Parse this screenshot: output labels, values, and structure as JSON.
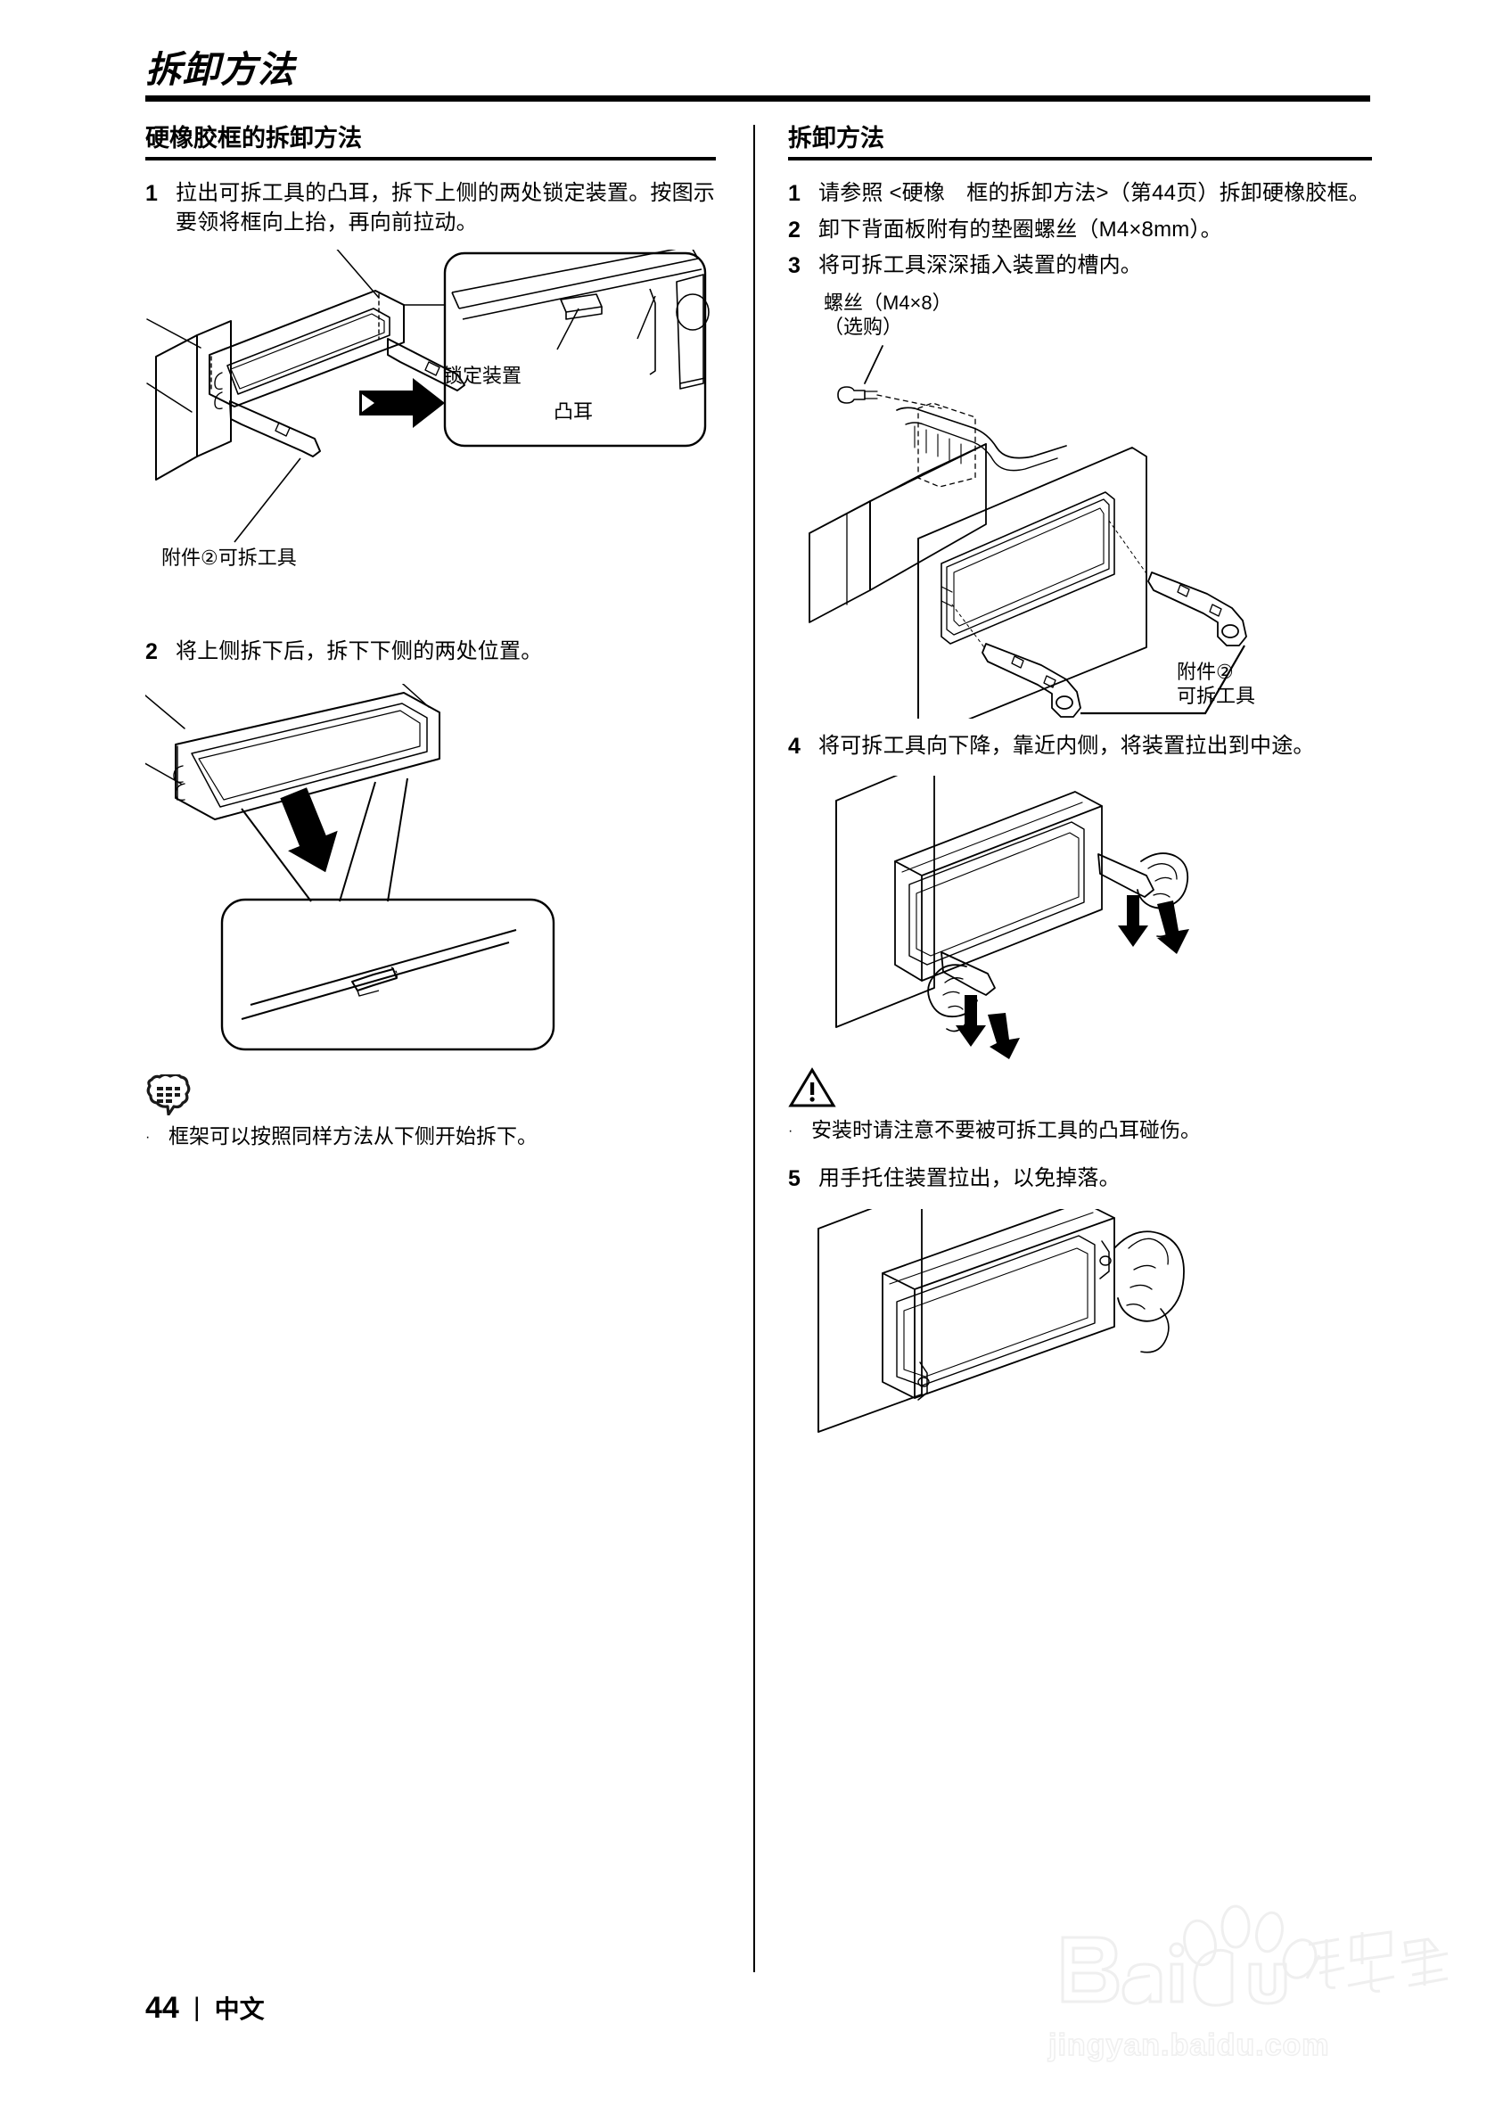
{
  "header": {
    "title": "拆卸方法"
  },
  "left_column": {
    "heading": "硬橡胶框的拆卸方法",
    "steps": [
      {
        "num": "1",
        "text": "拉出可拆工具的凸耳，拆下上侧的两处锁定装置。按图示要领将框向上抬，再向前拉动。"
      },
      {
        "num": "2",
        "text": "将上侧拆下后，拆下下侧的两处位置。"
      }
    ],
    "figure1_labels": {
      "lock": "锁定装置",
      "tab": "凸耳",
      "tool": "附件②可拆工具"
    },
    "note": {
      "icon": "note-bubble-icon",
      "bullet": "·",
      "text": "框架可以按照同样方法从下侧开始拆下。"
    }
  },
  "right_column": {
    "heading": "拆卸方法",
    "steps": [
      {
        "num": "1",
        "text": "请参照 <硬橡　框的拆卸方法>（第44页）拆卸硬橡胶框。"
      },
      {
        "num": "2",
        "text": "卸下背面板附有的垫圈螺丝（M4×8mm）。"
      },
      {
        "num": "3",
        "text": "将可拆工具深深插入装置的槽内。"
      },
      {
        "num": "4",
        "text": "将可拆工具向下降，靠近内侧，将装置拉出到中途。"
      },
      {
        "num": "5",
        "text": "用手托住装置拉出，以免掉落。"
      }
    ],
    "figure_screw_label": "螺丝（M4×8）\n（选购）",
    "figure_tool_label": "附件②\n可拆工具",
    "caution": {
      "icon": "warning-triangle-icon",
      "bullet": "·",
      "text": "安装时请注意不要被可拆工具的凸耳碰伤。"
    }
  },
  "footer": {
    "page_number": "44",
    "separator": "|",
    "language": "中文"
  },
  "watermark": {
    "brand": "Baidu经验",
    "url": "jingyan.baidu.com"
  },
  "colors": {
    "ink": "#000000",
    "paper": "#ffffff",
    "watermark": "#e3e3e3"
  }
}
